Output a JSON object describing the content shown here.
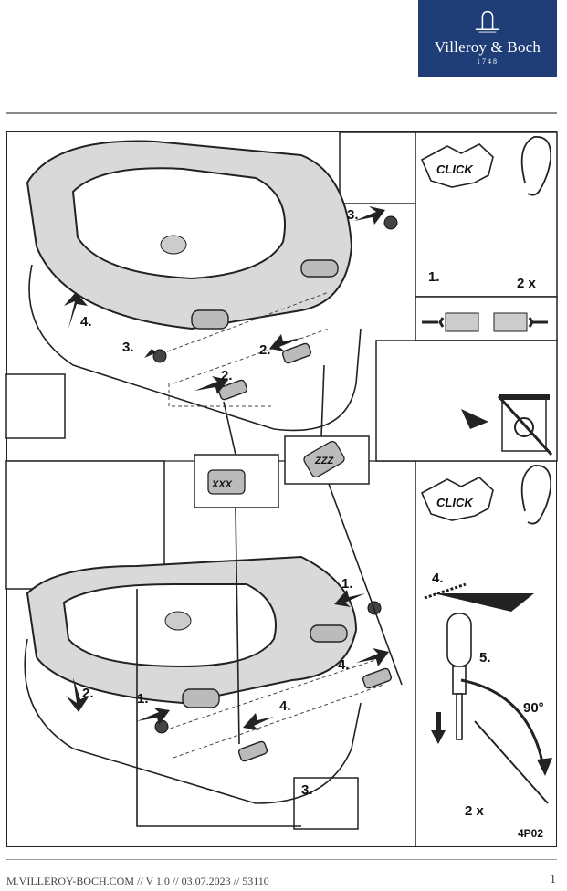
{
  "brand": {
    "name": "Villeroy & Boch",
    "year": "1748"
  },
  "steps": {
    "s1": "1.",
    "s2": "2.",
    "s3": "3.",
    "s4": "4.",
    "s5": "5."
  },
  "callouts": {
    "click": "CLICK",
    "times": "2 x",
    "angle": "90°",
    "code_xxx": "XXX",
    "code_zzz": "ZZZ",
    "drawing_id": "4P02"
  },
  "footer": {
    "left": "M.VILLEROY-BOCH.COM // V 1.0 // 03.07.2023 // 53110",
    "page": "1"
  },
  "colors": {
    "brand_blue": "#1f3e78"
  }
}
